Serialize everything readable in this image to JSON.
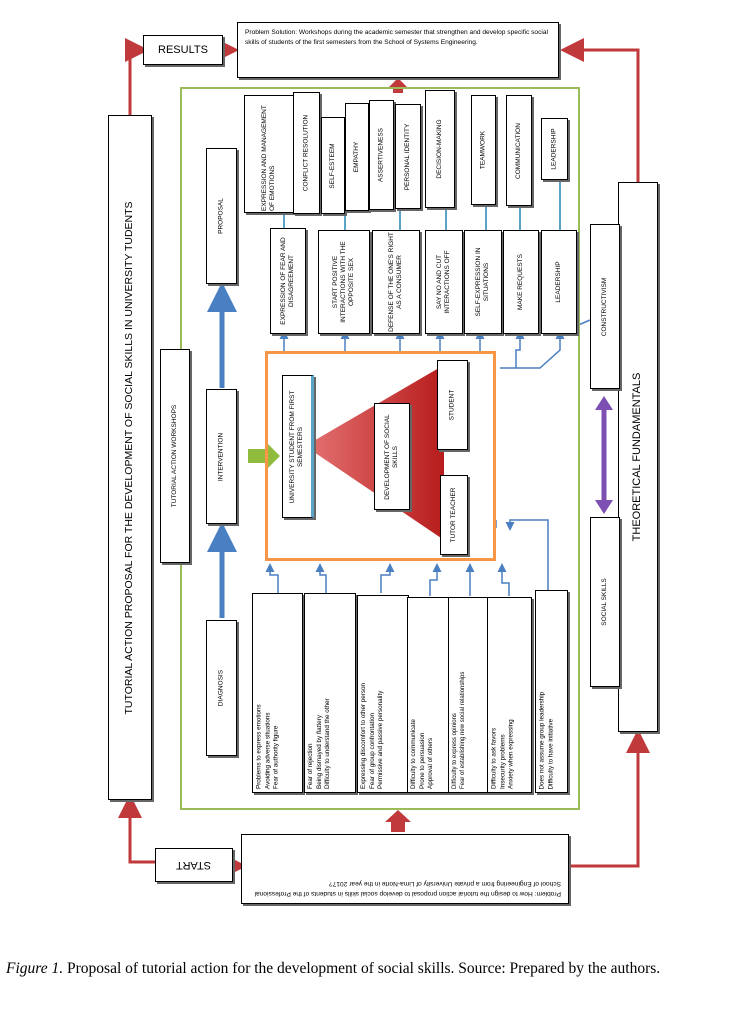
{
  "results_label": "RESULTS",
  "start_label": "START",
  "problem_solution": "Problem Solution: Workshops during the academic semester that strengthen and develop specific social skills of students of the first semesters from the School of Systems Engineering.",
  "problem_statement": "Problem: How to design the tutorial action proposal to develop social skills in students of the Professional School of Engineering from a private University of Lima-Norte in the year 2017?",
  "main_title": "TUTORIAL ACTION PROPOSAL FOR THE DEVELOPMENT OF SOCIAL SKILLS IN UNIVERSITY TUDENTS",
  "theoretical_title": "THEORETICAL FUNDAMENTALS",
  "constructivism": "CONSTRUCTIVISM",
  "social_skills": "SOCIAL SKILLS",
  "workshops": "TUTORIAL ACTION WORKSHOPS",
  "stages": {
    "proposal": "PROPOSAL",
    "intervention": "INTERVENTION",
    "diagnosis": "DIAGNOSIS"
  },
  "core": {
    "university_student": "UNIVERSITY STUDENT FROM FIRST SEMESTERS",
    "development": "DEVELOPMENT OF SOCIAL SKILLS",
    "student": "STUDENT",
    "tutor_teacher": "TUTOR TEACHER"
  },
  "skill_groups": [
    "EXPRESSION AND MANAGEMENT OF EMOTIONS",
    "CONFLICT RESOLUTION",
    "SELF-ESTEEM",
    "EMPATHY",
    "ASSERTIVENESS",
    "PERSONAL IDENTITY",
    "DECISION-MAKING",
    "TEAMWORK",
    "COMMUNICATION",
    "LEADERSHIP"
  ],
  "workshop_skills": [
    "EXPRESSION OF FEAR AND DISAGREEMENT",
    "START POSITIVE INTERACTIONS WITH THE OPPOSITE SEX",
    "DEFENSE OF THE ONE'S RIGHT AS A CONSUMER",
    "SAY NO AND CUT INTERACTIONS OFF",
    "SELF-EXPRESSION IN SITUATIONS",
    "MAKE REQUESTS",
    "LEADERSHIP"
  ],
  "diagnosis_lists": [
    [
      "Problems to express emotions",
      "Avoiding adverse situations",
      "Fear of authority figure"
    ],
    [
      "Fear of rejection",
      "Being dismayed by flattery",
      "Difficulty to understand the other"
    ],
    [
      "Expressing discomfort to other person",
      "Fear of group confrontation",
      "Permissive and passive personality"
    ],
    [
      "Difficulty to communicate",
      "Prone to persuasion",
      "Approval of others"
    ],
    [
      "Difficulty to express opinions",
      "Fear of establishing new social relationships"
    ],
    [
      "Difficulty to ask favors",
      "Insecurity problems",
      "Anxiety when expressing"
    ],
    [
      "Does not assume group leadership",
      "Difficulty to have initiative"
    ]
  ],
  "caption_label": "Figure 1.",
  "caption_text": "Proposal of tutorial action for the development of social skills. Source: Prepared by the authors.",
  "colors": {
    "red_arrow": "#c0393b",
    "blue_arrow": "#4a7fc1",
    "green_frame": "#9bbb59",
    "orange_frame": "#f79646",
    "purple_arrow": "#7e4fb3",
    "green_arrow": "#8fbc3f"
  }
}
